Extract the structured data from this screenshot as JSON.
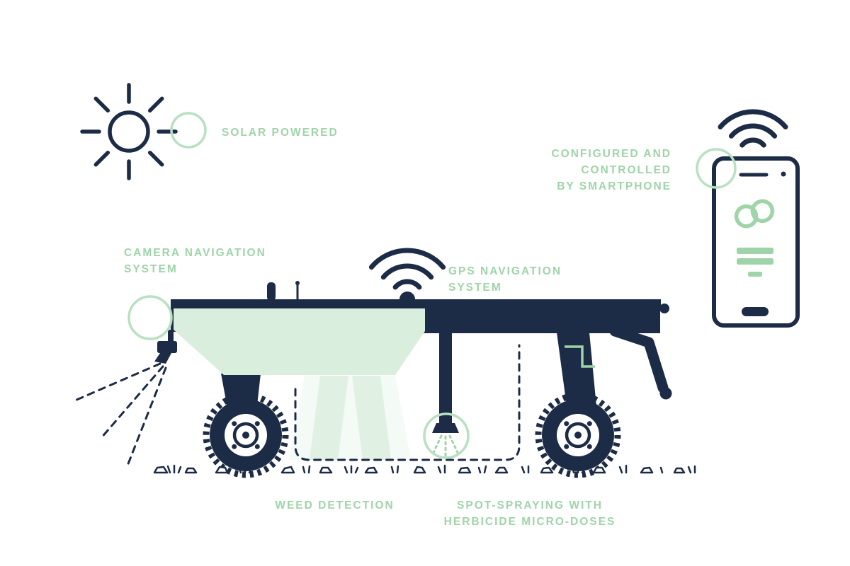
{
  "colors": {
    "navy": "#1c2b46",
    "label_green": "#9fd4a8",
    "mint_fill": "#d9eedd",
    "callout_circle_green": "#b8e0c2",
    "background": "#ffffff"
  },
  "callouts": {
    "solar": {
      "label": "SOLAR POWERED"
    },
    "smartphone": {
      "line1": "CONFIGURED AND",
      "line2": "CONTROLLED",
      "line3": "BY SMARTPHONE"
    },
    "camera": {
      "line1": "CAMERA NAVIGATION",
      "line2": "SYSTEM"
    },
    "gps": {
      "line1": "GPS NAVIGATION",
      "line2": "SYSTEM"
    },
    "weed": {
      "label": "WEED DETECTION"
    },
    "spray": {
      "line1": "SPOT-SPRAYING WITH",
      "line2": "HERBICIDE MICRO-DOSES"
    }
  }
}
